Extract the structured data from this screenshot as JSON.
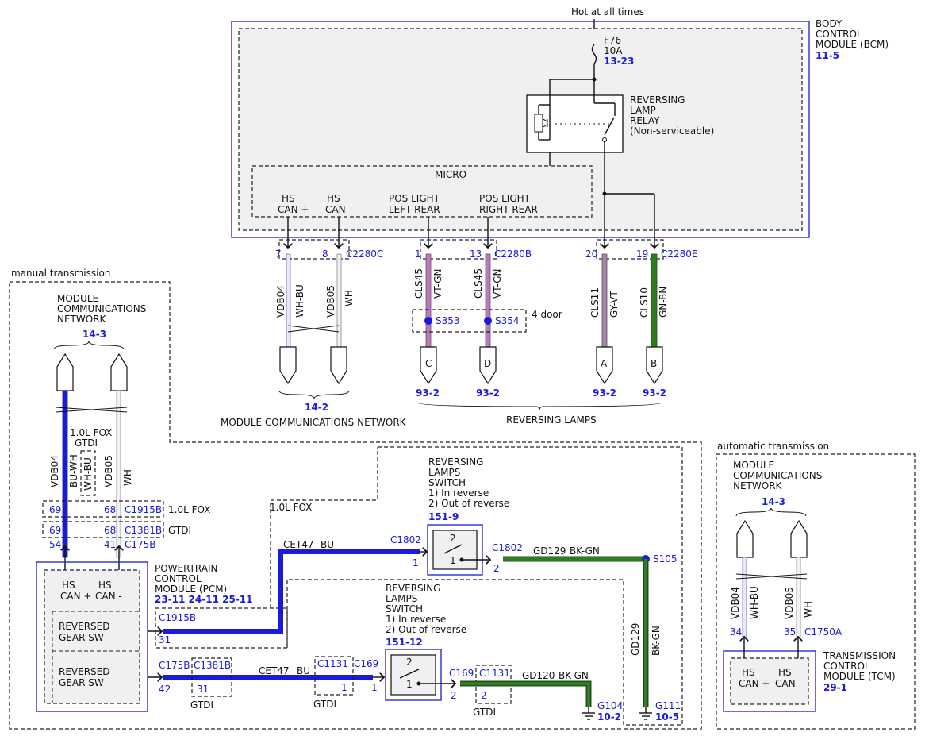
{
  "top": {
    "hot": "Hot at all times"
  },
  "bcm": {
    "l1": "BODY",
    "l2": "CONTROL",
    "l3": "MODULE (BCM)",
    "ref": "11-5",
    "fuse": "F76",
    "fuse_amp": "10A",
    "fuse_ref": "13-23",
    "relay1": "REVERSING",
    "relay2": "LAMP",
    "relay3": "RELAY",
    "relay4": "(Non-serviceable)",
    "micro": "MICRO"
  },
  "pins": {
    "hs_can_p_1": "HS",
    "hs_can_p_2": "CAN +",
    "hs_can_m_1": "HS",
    "hs_can_m_2": "CAN -",
    "pos_l_1": "POS LIGHT",
    "pos_l_2": "LEFT REAR",
    "pos_r_1": "POS LIGHT",
    "pos_r_2": "RIGHT REAR"
  },
  "conn": {
    "c2280c": "C2280C",
    "c2280b": "C2280B",
    "c2280e": "C2280E",
    "p7": "7",
    "p8": "8",
    "p1": "1",
    "p13": "13",
    "p20": "20",
    "p19": "19"
  },
  "wires": {
    "vdb04": "VDB04",
    "whbu": "WH-BU",
    "vdb05": "VDB05",
    "wh": "WH",
    "cls45a": "CLS45",
    "vtgn_a": "VT-GN",
    "cls45b": "CLS45",
    "vtgn_b": "VT-GN",
    "cls11": "CLS11",
    "gyvt": "GY-VT",
    "cls10": "CLS10",
    "gnbn": "GN-BN"
  },
  "splices": {
    "s353": "S353",
    "s354": "S354",
    "door": "4 door"
  },
  "terms": {
    "c": "C",
    "d": "D",
    "a": "A",
    "b": "B",
    "r93": "93-2"
  },
  "mcn_top": {
    "ref": "14-2",
    "label": "MODULE COMMUNICATIONS NETWORK",
    "rev": "REVERSING LAMPS"
  },
  "manual": {
    "title": "manual transmission",
    "mcn1": "MODULE",
    "mcn2": "COMMUNICATIONS",
    "mcn3": "NETWORK",
    "mcn_ref": "14-3",
    "fox1": "1.0L FOX",
    "fox2": "GTDI",
    "vdb04": "VDB04",
    "buwh": "BU-WH",
    "whbu": "WH-BU",
    "vdb05": "VDB05",
    "wh": "WH",
    "p69a": "69",
    "p68a": "68",
    "c1915b": "C1915B",
    "fox": "1.0L FOX",
    "p69b": "69",
    "p68b": "68",
    "c1381b": "C1381B",
    "gtdi": "GTDI",
    "p54": "54",
    "p41": "41",
    "c175b": "C175B",
    "pcm1": "POWERTRAIN",
    "pcm2": "CONTROL",
    "pcm3": "MODULE (PCM)",
    "pcm_ref": "23-11 24-11 25-11",
    "hs1": "HS",
    "hs2": "CAN +",
    "hs3": "HS",
    "hs4": "CAN -",
    "rg1a": "REVERSED",
    "rg1b": "GEAR SW",
    "rg2a": "REVERSED",
    "rg2b": "GEAR SW",
    "c1915b2": "C1915B",
    "p31": "31",
    "c175b2": "C175B",
    "c1381b2": "C1381B",
    "p42": "42",
    "p31b": "31",
    "gtdi2": "GTDI",
    "fox3": "1.0L FOX"
  },
  "sw1": {
    "l1": "REVERSING",
    "l2": "LAMPS",
    "l3": "SWITCH",
    "l4": "1) In reverse",
    "l5": "2) Out of reverse",
    "ref": "151-9",
    "c1802a": "C1802",
    "c1802b": "C1802",
    "p1": "1",
    "p2": "2",
    "n2": "2",
    "n1": "1",
    "cet": "CET47",
    "bu": "BU",
    "gd": "GD129",
    "bkgn": "BK-GN",
    "s105": "S105"
  },
  "sw2": {
    "l1": "REVERSING",
    "l2": "LAMPS",
    "l3": "SWITCH",
    "l4": "1) In reverse",
    "l5": "2) Out of reverse",
    "ref": "151-12",
    "c169a": "C169",
    "c1131a": "C1131",
    "c169b": "C169",
    "c1131b": "C1131",
    "p1a": "1",
    "p1b": "1",
    "p2a": "2",
    "p2b": "2",
    "n2": "2",
    "n1": "1",
    "cet": "CET47",
    "bu": "BU",
    "gd": "GD120",
    "bkgn": "BK-GN",
    "gtdi1": "GTDI",
    "gtdi2": "GTDI"
  },
  "grounds": {
    "g104": "G104",
    "g104r": "10-2",
    "g111": "G111",
    "g111r": "10-5",
    "gd129v": "GD129",
    "bkgnv": "BK-GN"
  },
  "auto": {
    "title": "automatic transmission",
    "mcn1": "MODULE",
    "mcn2": "COMMUNICATIONS",
    "mcn3": "NETWORK",
    "mcn_ref": "14-3",
    "vdb04": "VDB04",
    "whbu": "WH-BU",
    "vdb05": "VDB05",
    "wh": "WH",
    "p34": "34",
    "p35": "35",
    "c1750a": "C1750A",
    "hs1": "HS",
    "hs2": "CAN +",
    "hs3": "HS",
    "hs4": "CAN -",
    "tcm1": "TRANSMISSION",
    "tcm2": "CONTROL",
    "tcm3": "MODULE (TCM)",
    "tcm_ref": "29-1"
  }
}
